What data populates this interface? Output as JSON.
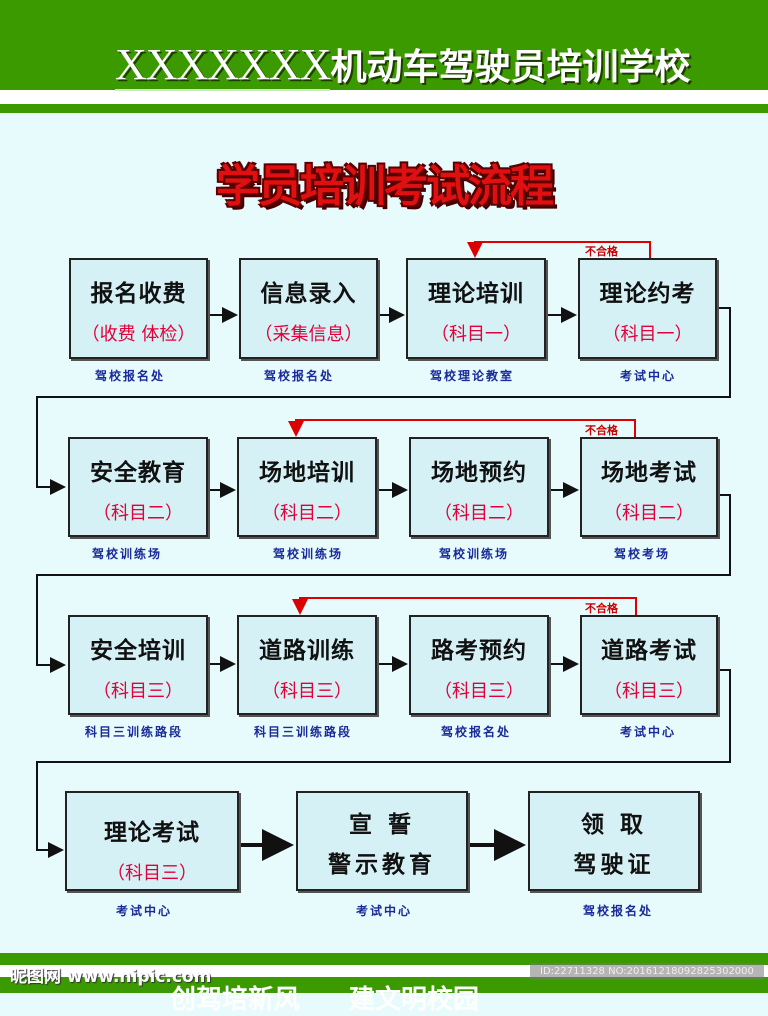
{
  "header": {
    "school_prefix": "XXXXXXX",
    "school_name": "机动车驾驶员培训学校"
  },
  "title": "学员培训考试流程",
  "fail_label": "不合格",
  "rows": [
    [
      {
        "title": "报名收费",
        "sub": "（收费  体检）",
        "loc": "驾校报名处"
      },
      {
        "title": "信息录入",
        "sub": "（采集信息）",
        "loc": "驾校报名处"
      },
      {
        "title": "理论培训",
        "sub": "（科目一）",
        "loc": "驾校理论教室"
      },
      {
        "title": "理论约考",
        "sub": "（科目一）",
        "loc": "考试中心"
      }
    ],
    [
      {
        "title": "安全教育",
        "sub": "（科目二）",
        "loc": "驾校训练场"
      },
      {
        "title": "场地培训",
        "sub": "（科目二）",
        "loc": "驾校训练场"
      },
      {
        "title": "场地预约",
        "sub": "（科目二）",
        "loc": "驾校训练场"
      },
      {
        "title": "场地考试",
        "sub": "（科目二）",
        "loc": "驾校考场"
      }
    ],
    [
      {
        "title": "安全培训",
        "sub": "（科目三）",
        "loc": "科目三训练路段"
      },
      {
        "title": "道路训练",
        "sub": "（科目三）",
        "loc": "科目三训练路段"
      },
      {
        "title": "路考预约",
        "sub": "（科目三）",
        "loc": "驾校报名处"
      },
      {
        "title": "道路考试",
        "sub": "（科目三）",
        "loc": "考试中心"
      }
    ],
    [
      {
        "title": "理论考试",
        "sub": "（科目三）",
        "loc": "考试中心"
      },
      {
        "title": "宣 誓",
        "title2": "警示教育",
        "loc": "考试中心"
      },
      {
        "title": "领 取",
        "title2": "驾驶证",
        "loc": "驾校报名处"
      }
    ]
  ],
  "footer": {
    "slogan": "创驾培新风 建文明校园"
  },
  "watermark": {
    "site": "昵图网 www.nipic.com",
    "id": "ID:22711328 NO:20161218092825302000"
  }
}
